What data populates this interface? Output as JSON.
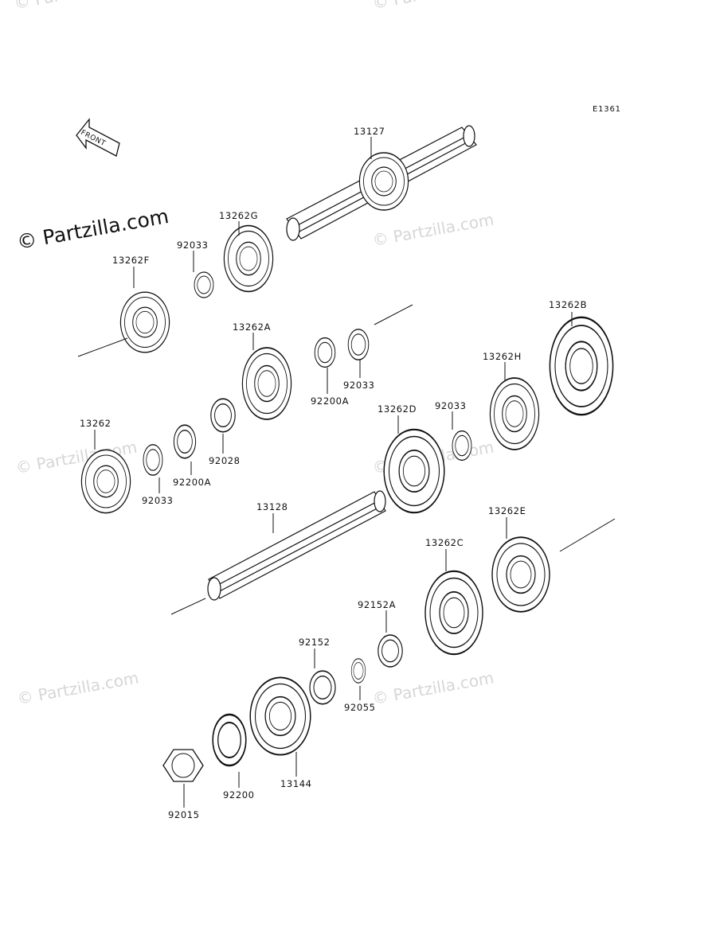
{
  "diagram": {
    "code": "E1361",
    "front_label": "FRONT",
    "watermark_dark": "© Partzilla.com",
    "watermark_light": "© Partzilla.com",
    "parts": {
      "p13127": "13127",
      "p13262G": "13262G",
      "p92033_top": "92033",
      "p13262F": "13262F",
      "p13262A": "13262A",
      "p13262B": "13262B",
      "p13262H": "13262H",
      "p92200A_top": "92200A",
      "p92033_mid": "92033",
      "p13262D": "13262D",
      "p92033_right": "92033",
      "p13262": "13262",
      "p92028": "92028",
      "p92200A_low": "92200A",
      "p92033_low": "92033",
      "p13128": "13128",
      "p13262E": "13262E",
      "p13262C": "13262C",
      "p92152A": "92152A",
      "p92152": "92152",
      "p92055": "92055",
      "p13144": "13144",
      "p92200": "92200",
      "p92015": "92015"
    }
  }
}
